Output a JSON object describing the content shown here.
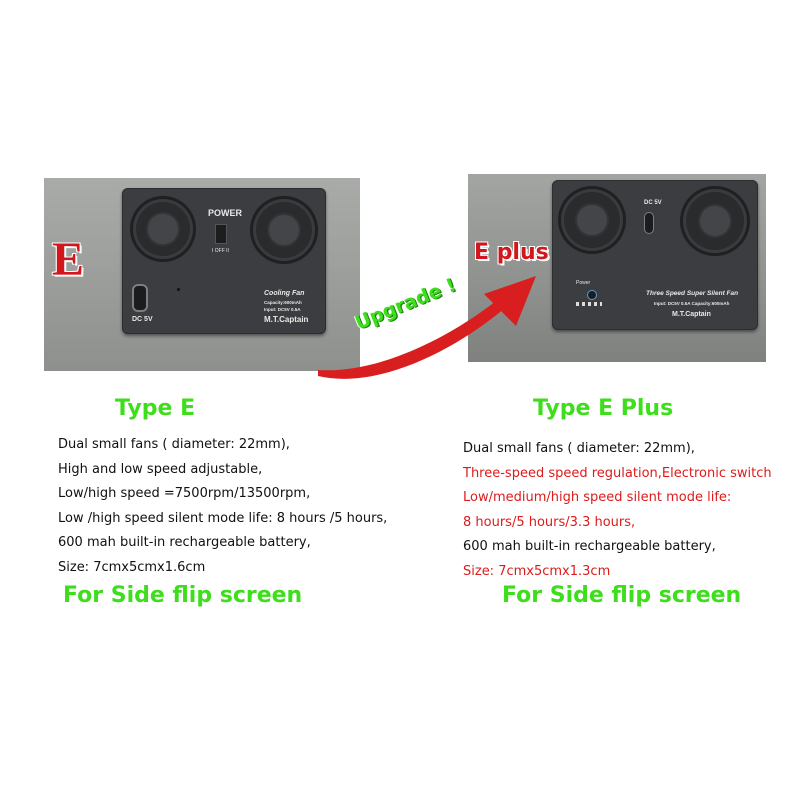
{
  "left": {
    "badge": "E",
    "device": {
      "power_label": "POWER",
      "switch_label": "I OFF II",
      "dc_label": "DC 5V",
      "product_label": "Cooling Fan",
      "capacity_line": "Capacity:600mAh",
      "input_line": "Input: DC5V  0.5A",
      "brand": "M.T.Captain"
    },
    "title": "Type E",
    "specs": [
      "Dual small fans ( diameter: 22mm),",
      "High and low speed adjustable,",
      "Low/high speed =7500rpm/13500rpm,",
      "Low /high speed silent mode life: 8 hours /5 hours,",
      "600 mah built-in rechargeable battery,",
      "Size: 7cmx5cmx1.6cm"
    ],
    "footer": "For Side flip screen"
  },
  "arrow": {
    "label": "Upgrade !",
    "color": "#d81e1e"
  },
  "right": {
    "badge": "E plus",
    "device": {
      "dc_label": "DC 5V",
      "power_label": "Power",
      "product_label": "Three Speed Super Silent Fan",
      "spec_line": "Input: DC5V  0.5A   Capacity:600mAh",
      "brand": "M.T.Captain"
    },
    "title": "Type E Plus",
    "specs": [
      {
        "text": "Dual small fans ( diameter: 22mm),",
        "highlight": false
      },
      {
        "text": "Three-speed speed regulation,Electronic switch",
        "highlight": true
      },
      {
        "text": "Low/medium/high speed silent mode life:",
        "highlight": true
      },
      {
        "text": "8 hours/5 hours/3.3 hours,",
        "highlight": true
      },
      {
        "text": "600 mah built-in rechargeable battery,",
        "highlight": false
      },
      {
        "prefix": "Size: ",
        "text": "7cmx5cmx1.3cm",
        "highlight": true
      }
    ],
    "footer": "For Side flip screen"
  },
  "colors": {
    "heading_green": "#3ede1c",
    "highlight_red": "#dd1b1b",
    "badge_red": "#d3151c"
  }
}
